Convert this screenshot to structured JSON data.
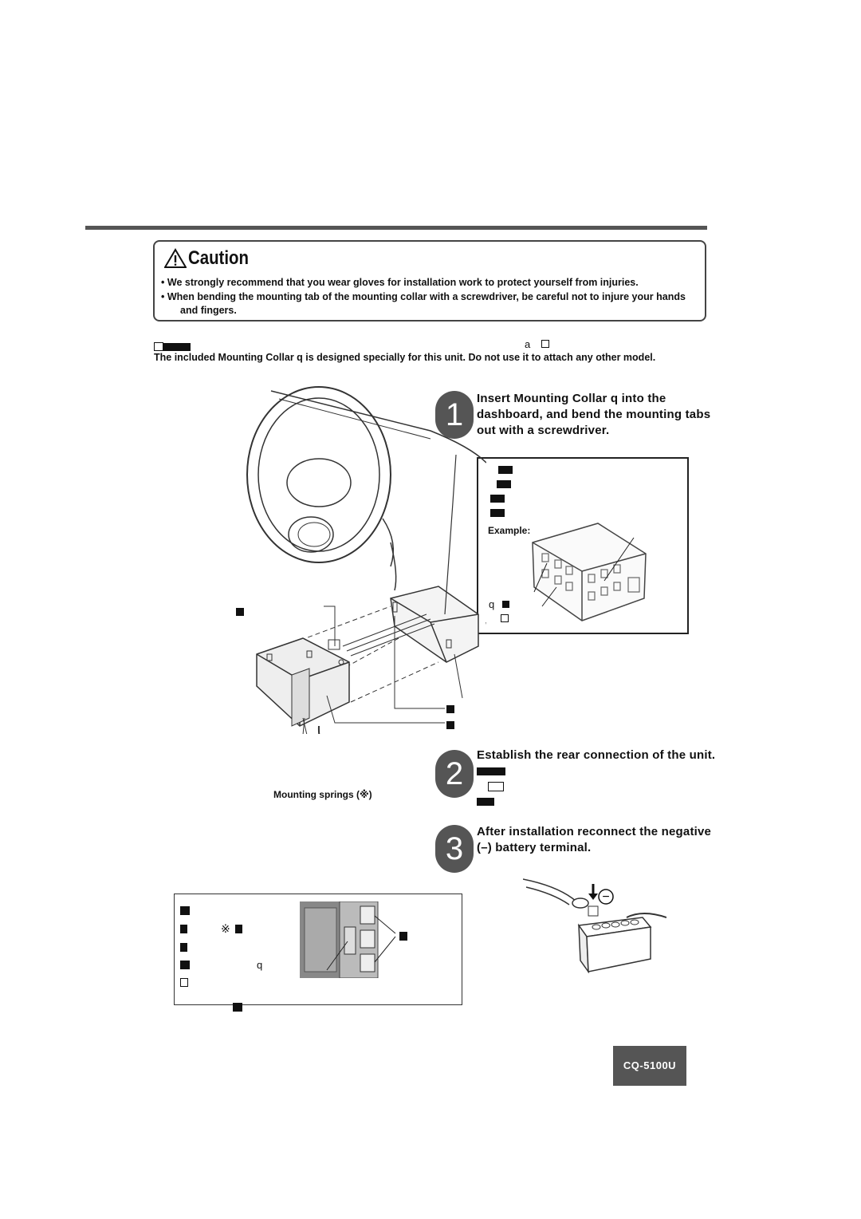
{
  "caution": {
    "title": "Caution",
    "bullets": [
      "We strongly recommend that you wear gloves for installation work to protect yourself from injuries.",
      "When bending the mounting tab of the mounting collar with a screwdriver, be careful not to injure your hands",
      "and fingers."
    ],
    "bullet_char": "•"
  },
  "note": {
    "marker_text": "a",
    "text": "The included Mounting Collar q  is designed specially for this unit. Do not use it to attach any other model."
  },
  "steps": [
    {
      "number": "1",
      "lines": [
        "Insert Mounting Collar q  into the",
        "dashboard, and bend the mounting tabs",
        "out with a screwdriver."
      ]
    },
    {
      "number": "2",
      "lines": [
        "Establish the rear connection of the unit."
      ]
    },
    {
      "number": "3",
      "lines": [
        "After installation reconnect the negative",
        "(–) battery terminal."
      ]
    }
  ],
  "example_box": {
    "label": "Example:",
    "item_marker": "q"
  },
  "diagram": {
    "mounting_springs_label": "Mounting springs (※)"
  },
  "spring_box": {
    "ref_mark": "※",
    "item_marker": "q"
  },
  "battery": {
    "minus_symbol": "−"
  },
  "footer": {
    "model": "CQ-5100U"
  }
}
